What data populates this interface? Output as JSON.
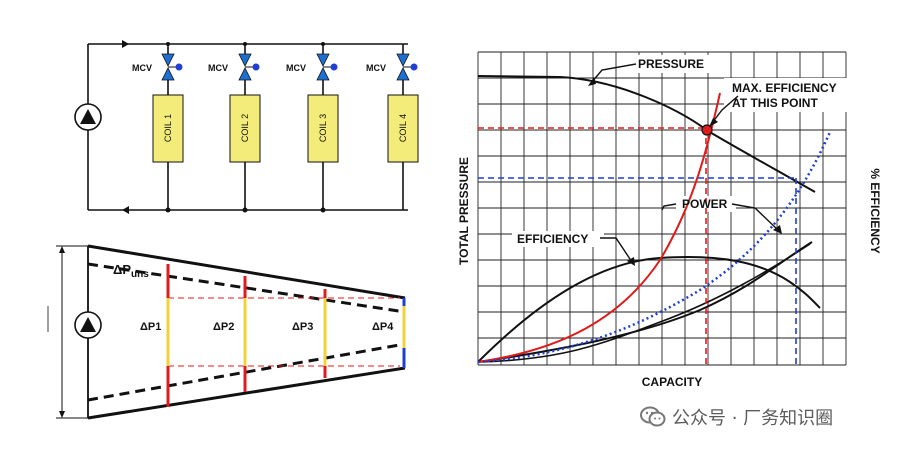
{
  "circuit": {
    "mcv_label": "MCV",
    "coils": [
      "COIL 1",
      "COIL 2",
      "COIL 3",
      "COIL 4"
    ]
  },
  "pressure_diagram": {
    "dp_uns": "ΔP",
    "dp_uns_sub": "uns",
    "dp_labels": [
      "ΔP1",
      "ΔP2",
      "ΔP3",
      "ΔP4"
    ]
  },
  "pump_curve": {
    "labels": {
      "pressure": "PRESSURE",
      "max_eff_line1": "MAX. EFFICIENCY",
      "max_eff_line2": "AT THIS POINT",
      "power": "POWER",
      "efficiency": "EFFICIENCY",
      "y_left": "TOTAL PRESSURE",
      "y_right": "% EFFICIENCY",
      "x": "CAPACITY"
    }
  },
  "watermark": {
    "text": "公众号 · 厂务知识圈"
  },
  "colors": {
    "valve_blue": "#1f6fd1",
    "coil_yellow": "#f4ec7a",
    "red": "#e01b1b",
    "dashed_blue": "#2e54d6",
    "yellow_bar": "#f2d23a"
  }
}
